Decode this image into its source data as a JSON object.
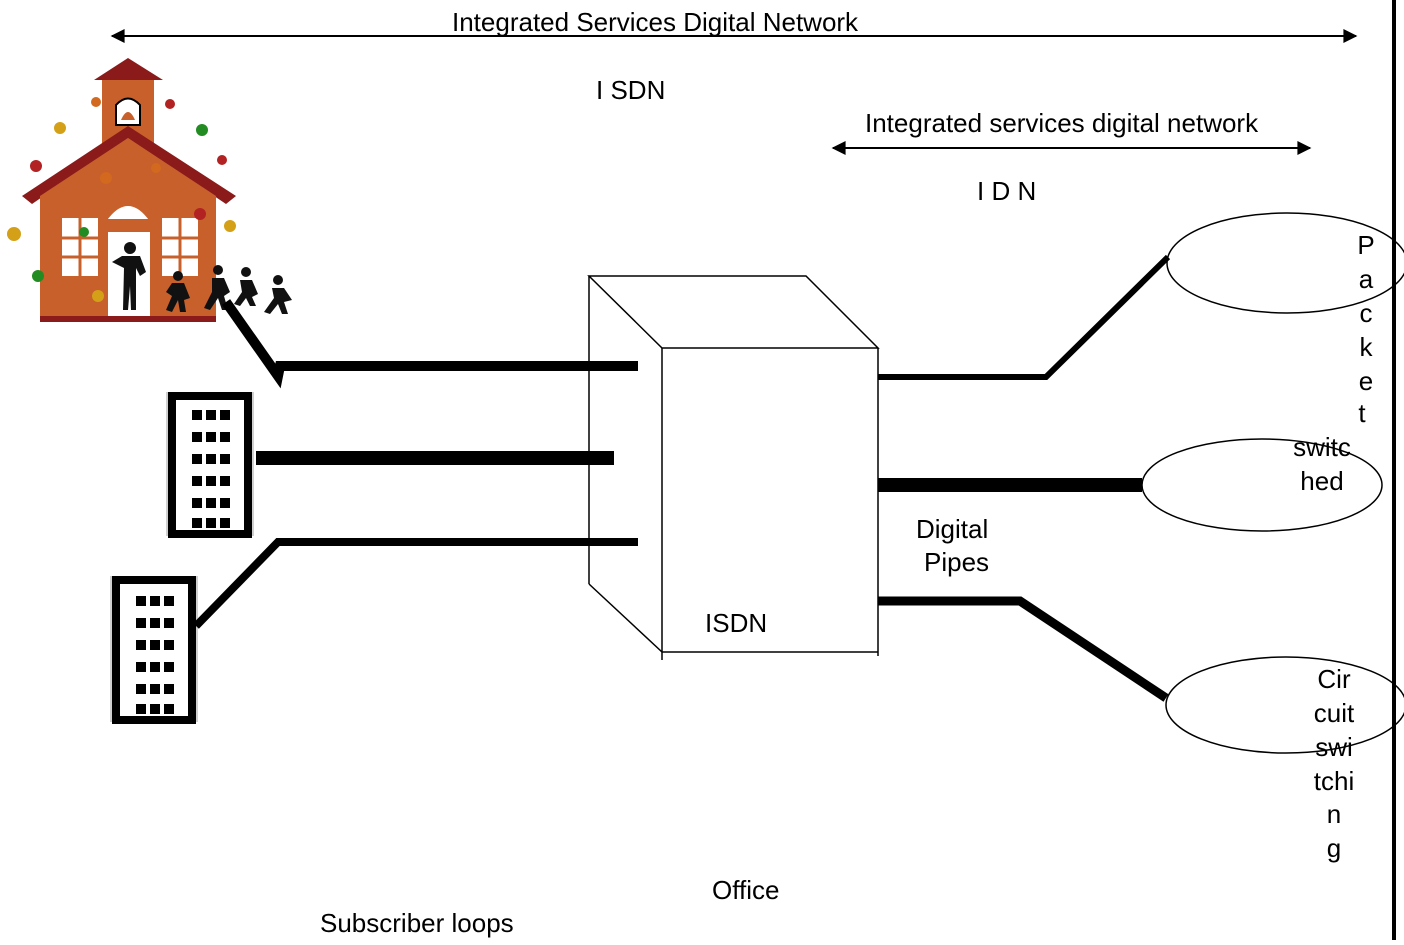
{
  "labels": {
    "isdn_title": "Integrated Services Digital Network",
    "isdn_abbrev": "I SDN",
    "idn_title": "Integrated services digital network",
    "idn_abbrev": "I D N",
    "exchange_label": "ISDN",
    "digital_pipes_line1": "Digital",
    "digital_pipes_line2": "Pipes",
    "office": "Office",
    "subscriber_loops": "Subscriber loops",
    "packet_switched_lines": [
      "P",
      "a",
      "c",
      "k",
      "e",
      "t",
      "switc",
      "hed"
    ],
    "circuit_switching_lines": [
      "Cir",
      "cuit",
      "swi",
      "tchi",
      "n",
      "g"
    ]
  },
  "icons": {
    "school": "school-house-icon",
    "building_1": "office-building-icon",
    "building_2": "office-building-icon"
  },
  "colors": {
    "line": "#000000",
    "school_wall": "#c8602c",
    "school_roof": "#8b1a1a",
    "background": "#ffffff"
  }
}
